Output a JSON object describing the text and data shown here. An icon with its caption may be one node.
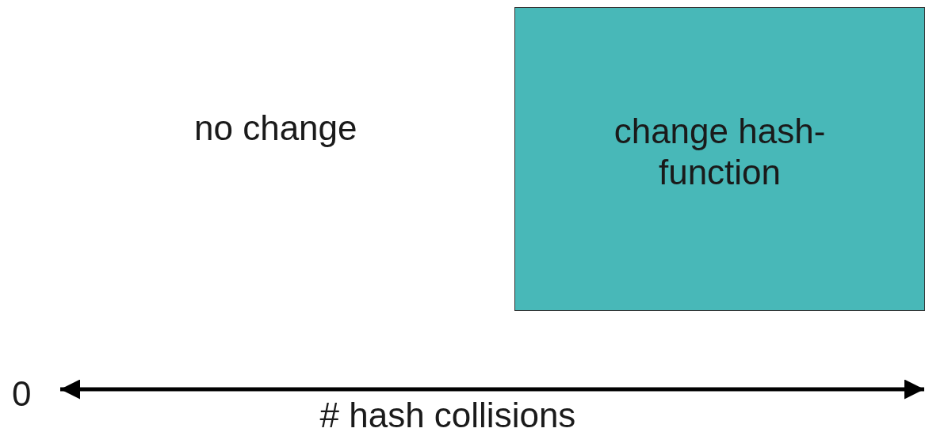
{
  "diagram": {
    "nodes": [
      {
        "text": [
          "change hash-function"
        ]
      }
    ],
    "labels": [
      "no change",
      "0",
      "# hash collisions"
    ]
  }
}
